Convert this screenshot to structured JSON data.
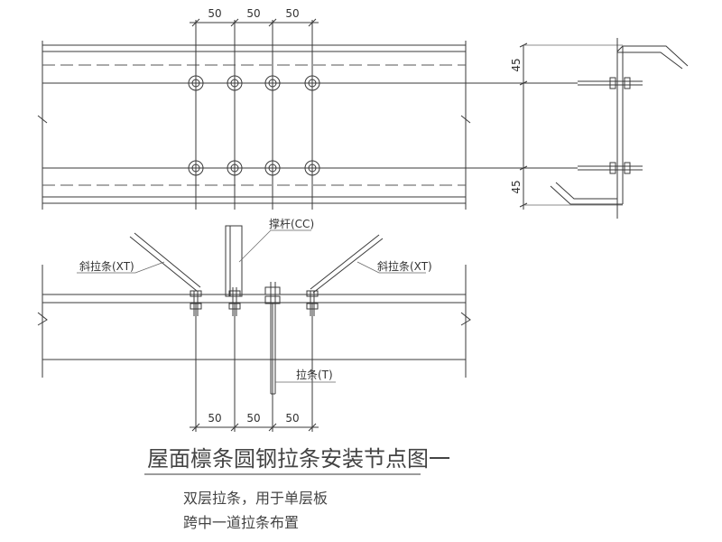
{
  "dimensions": {
    "top": [
      "50",
      "50",
      "50"
    ],
    "bottom": [
      "50",
      "50",
      "50"
    ],
    "side_upper": "45",
    "side_lower": "45"
  },
  "labels": {
    "strut": "撑杆(CC)",
    "diag_left": "斜拉条(XT)",
    "diag_right": "斜拉条(XT)",
    "tie": "拉条(T)"
  },
  "title": "屋面檩条圆钢拉条安装节点图一",
  "notes": {
    "line1": "双层拉条，用于单层板",
    "line2": "跨中一道拉条布置"
  }
}
